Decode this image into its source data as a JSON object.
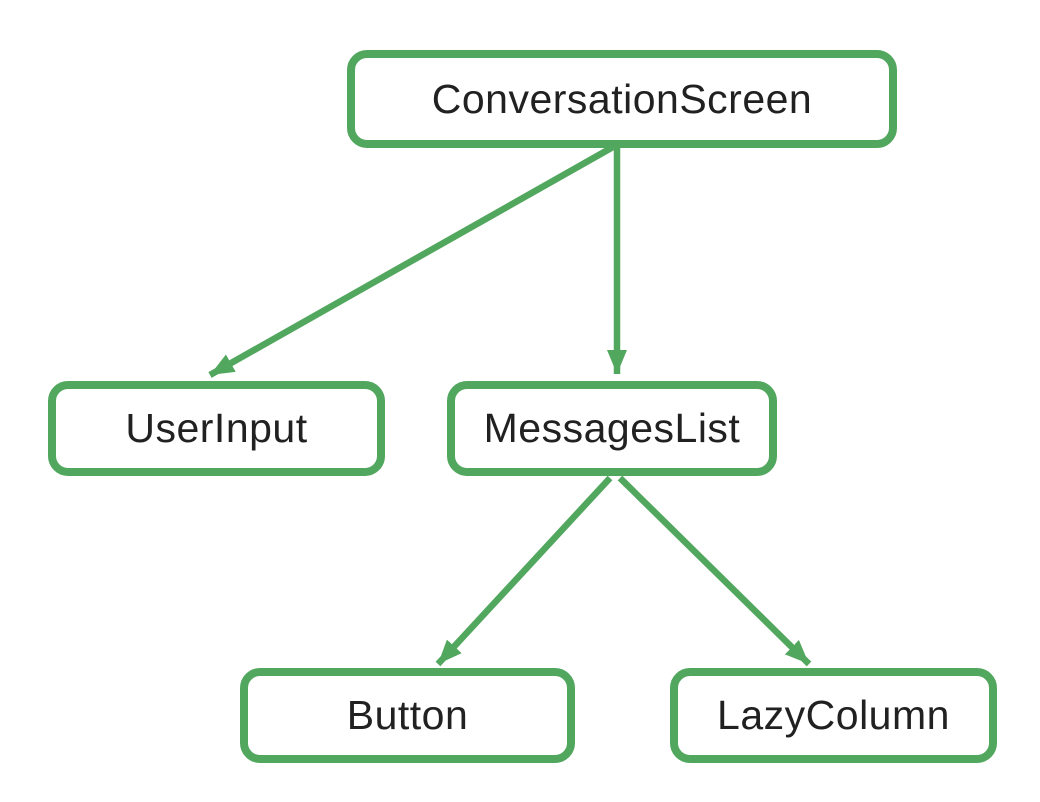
{
  "colors": {
    "accent_green": "#52a75e",
    "text": "#212121",
    "node_fill": "#ffffff",
    "background": "#ffffff"
  },
  "diagram": {
    "type": "component-tree",
    "nodes": {
      "conversation_screen": {
        "label": "ConversationScreen"
      },
      "user_input": {
        "label": "UserInput"
      },
      "messages_list": {
        "label": "MessagesList"
      },
      "button": {
        "label": "Button"
      },
      "lazy_column": {
        "label": "LazyColumn"
      }
    },
    "edges": [
      {
        "from": "ConversationScreen",
        "to": "UserInput"
      },
      {
        "from": "ConversationScreen",
        "to": "MessagesList"
      },
      {
        "from": "MessagesList",
        "to": "Button"
      },
      {
        "from": "MessagesList",
        "to": "LazyColumn"
      }
    ]
  }
}
